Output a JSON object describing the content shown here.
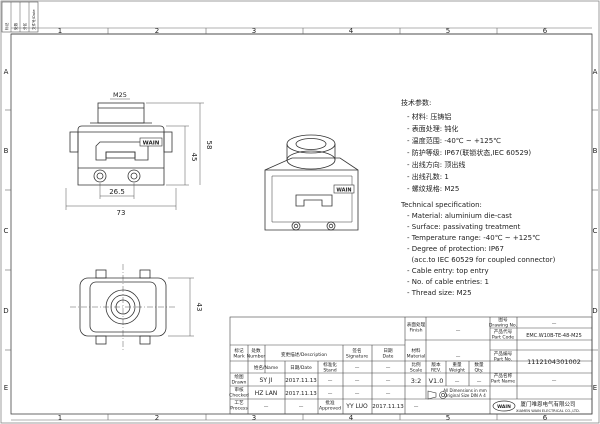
{
  "border": {
    "col_labels": [
      "1",
      "2",
      "3",
      "4",
      "5",
      "6"
    ],
    "row_labels": [
      "A",
      "B",
      "C",
      "D",
      "E"
    ],
    "revision_labels": [
      "标记",
      "处数",
      "分区",
      "文件号/Date"
    ]
  },
  "dimensions": {
    "m25_top": "M25",
    "width_73": "73",
    "width_26_5": "26.5",
    "height_45": "45",
    "height_58": "58",
    "depth_43": "43"
  },
  "logo_plate": "WAIN",
  "specs": {
    "cn_title": "技术参数:",
    "cn_lines": [
      "- 材料: 压铸铝",
      "- 表面处理: 钝化",
      "- 温度范围: -40℃ ~ +125℃",
      "- 防护等级: IP67(联锁状态,IEC 60529)",
      "- 出线方向:  顶出线",
      "- 出线孔数: 1",
      "- 螺纹规格: M25"
    ],
    "en_title": "Technical specification:",
    "en_lines": [
      "- Material: aluminium die-cast",
      "- Surface: passivating treatment",
      "- Temperature range: -40℃ ~ +125℃",
      "- Degree of protection: IP67",
      "  (acc.to IEC 60529 for coupled connector)",
      "- Cable entry: top entry",
      "- No. of cable entries: 1",
      "- Thread size: M25"
    ]
  },
  "title_block": {
    "rev_headers": {
      "mark": "标记\nMark",
      "number": "处数\nNumber",
      "desc": "变更描述/Description",
      "signature": "签名\nSignature",
      "date": "日期\nDate"
    },
    "rows": [
      {
        "label": "绘图\nDrawn",
        "name": "SY JI",
        "date": "2017.11.13",
        "stand": "—"
      },
      {
        "label": "审核\nChecked",
        "name": "HZ LAN",
        "date": "2017.11.13",
        "stand": "—"
      },
      {
        "label": "工艺\nProcess",
        "name": "—",
        "date": "—",
        "stand": "批准\nApproved"
      }
    ],
    "name_header": "姓名/Name",
    "date_header": "日期/Date",
    "stand_header": "标准化\nStand",
    "approved_name": "YY LUO",
    "approved_date": "2017.11.13",
    "finish_label": "表面处理\nFinish",
    "finish_value": "—",
    "material_label": "材料\nMaterial",
    "material_value": "—",
    "scale_label": "比例\nScale",
    "scale_value": "3:2",
    "rev_label": "版本\nREV.",
    "rev_value": "V1.0",
    "weight_label": "重量\nWeight",
    "weight_value": "—",
    "qty_label": "数量\nQty.",
    "qty_value": "—",
    "drawing_no_label": "图号\nDrawing No.",
    "drawing_no_value": "—",
    "part_code_label": "产品代号\nPart Code",
    "part_code_value": "EMC.W10B-TE-48-M25",
    "part_no_label": "产品编号\nPart No.",
    "part_no_value": "1112104301002",
    "part_name_label": "产品名称\nPart Name",
    "part_name_value": "—",
    "dims_note_1": "All Dimensions in mm",
    "dims_note_2": "Original Size DIN A 4",
    "company_cn": "厦门唯恩电气有限公司",
    "company_en": "XIAMEN WAIN ELECTRICAL CO.,LTD.",
    "company_logo": "WAIN"
  },
  "colors": {
    "line": "#333333",
    "dim": "#555555",
    "bg": "#ffffff"
  }
}
